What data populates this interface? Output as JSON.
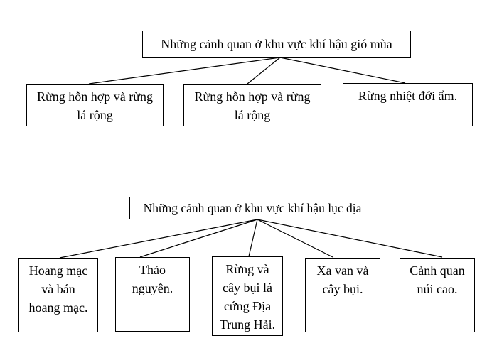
{
  "colors": {
    "background": "#ffffff",
    "border": "#000000",
    "text": "#000000",
    "line": "#000000"
  },
  "diagram_monsoon": {
    "root_label": "Những cảnh quan ở khu vực khí hậu gió mùa",
    "children": [
      {
        "label": "Rừng hỗn hợp và rừng\nlá rộng"
      },
      {
        "label": "Rừng hỗn hợp và rừng\nlá rộng"
      },
      {
        "label": "Rừng nhiệt đới ẩm."
      }
    ]
  },
  "diagram_continental": {
    "root_label": "Những cảnh quan ở khu vực khí hậu lục địa",
    "children": [
      {
        "label": "Hoang mạc\nvà bán\nhoang mạc."
      },
      {
        "label": "Thảo\nnguyên."
      },
      {
        "label": "Rừng và\ncây bụi lá\ncứng Địa\nTrung Hải."
      },
      {
        "label": "Xa van và\ncây bụi."
      },
      {
        "label": "Cảnh quan\nnúi cao."
      }
    ]
  }
}
